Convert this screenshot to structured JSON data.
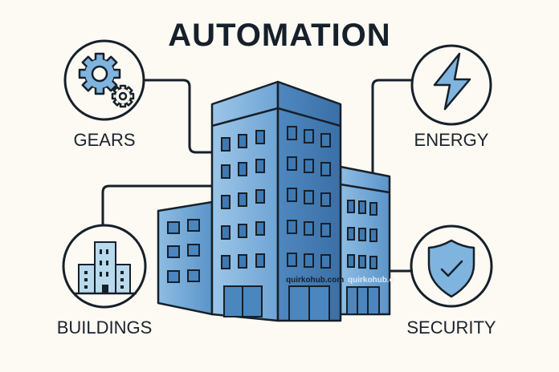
{
  "title": "AUTOMATION",
  "nodes": {
    "gears": {
      "label": "GEARS",
      "icon": "gears-icon"
    },
    "energy": {
      "label": "ENERGY",
      "icon": "lightning-bolt-icon"
    },
    "buildings": {
      "label": "BUILDINGS",
      "icon": "city-buildings-icon"
    },
    "security": {
      "label": "SECURITY",
      "icon": "shield-check-icon"
    }
  },
  "watermark": {
    "left": "quirkohub.com",
    "right": "quirkohub.c"
  },
  "colors": {
    "background": "#fdf9f3",
    "outline": "#16202a",
    "icon_fill": "#7fb4df",
    "building_light": "#8ab8e0",
    "building_mid": "#5a93c8",
    "building_dark": "#3d75ad"
  }
}
